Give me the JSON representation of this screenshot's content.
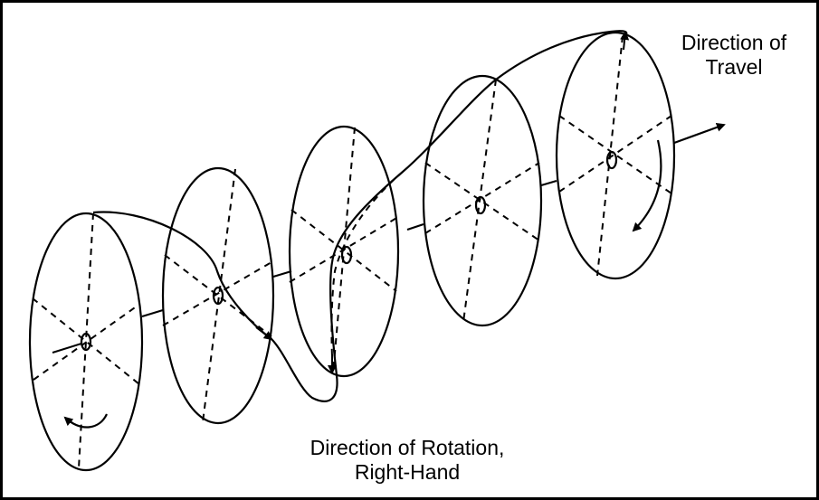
{
  "labels": {
    "travel": [
      "Direction of",
      "Travel"
    ],
    "rotation": [
      "Direction of Rotation,",
      "Right-Hand"
    ]
  },
  "colors": {
    "stroke": "#000000",
    "background": "#ffffff"
  }
}
